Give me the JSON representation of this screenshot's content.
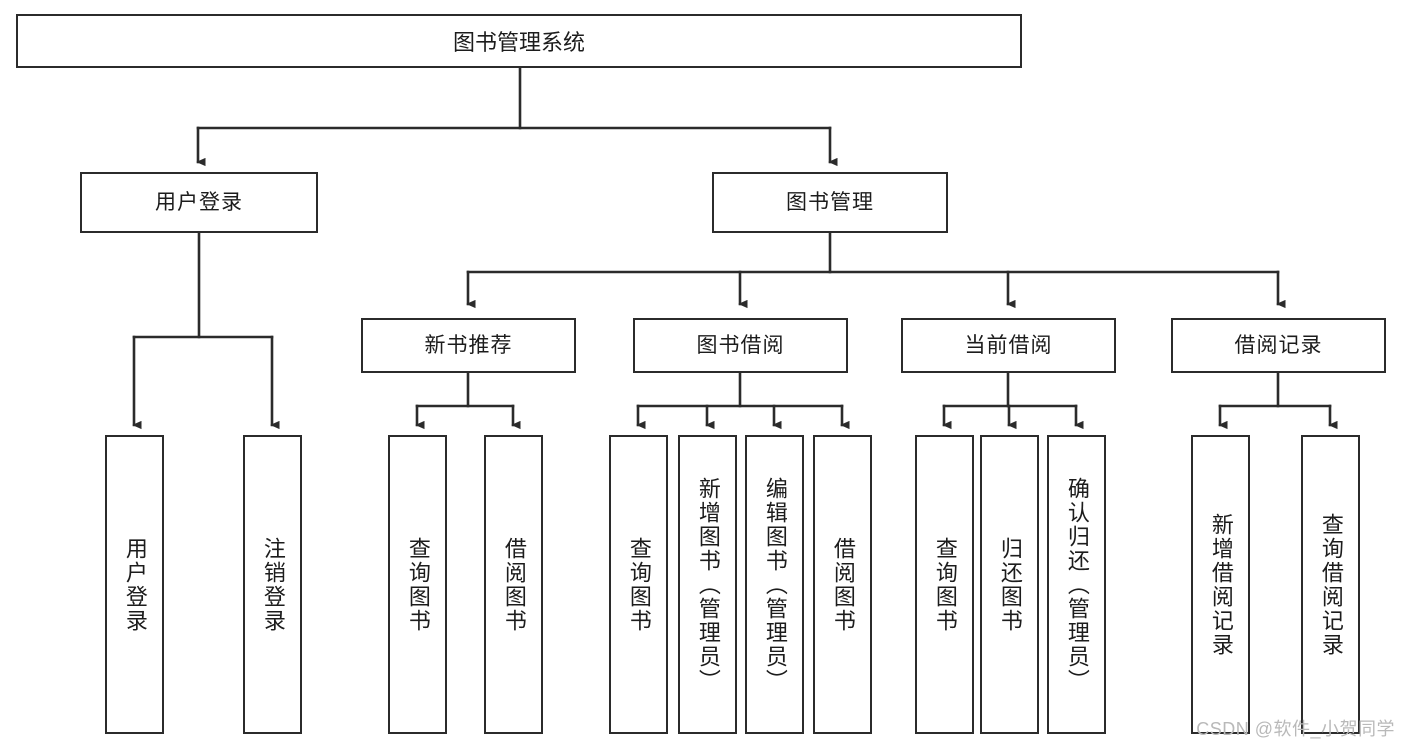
{
  "diagram": {
    "type": "tree",
    "title": "图书管理系统",
    "root": {
      "label": "图书管理系统"
    },
    "level1": [
      {
        "id": "user-login",
        "label": "用户登录"
      },
      {
        "id": "book-management",
        "label": "图书管理"
      }
    ],
    "level2": [
      {
        "id": "new-book-recommend",
        "label": "新书推荐",
        "parent": "book-management"
      },
      {
        "id": "book-borrow",
        "label": "图书借阅",
        "parent": "book-management"
      },
      {
        "id": "current-borrow",
        "label": "当前借阅",
        "parent": "book-management"
      },
      {
        "id": "borrow-record",
        "label": "借阅记录",
        "parent": "book-management"
      }
    ],
    "leaves": [
      {
        "id": "leaf-user-login",
        "label": "用户登录",
        "parent": "user-login"
      },
      {
        "id": "leaf-logout",
        "label": "注销登录",
        "parent": "user-login"
      },
      {
        "id": "leaf-query-book-1",
        "label": "查询图书",
        "parent": "new-book-recommend"
      },
      {
        "id": "leaf-borrow-book-1",
        "label": "借阅图书",
        "parent": "new-book-recommend"
      },
      {
        "id": "leaf-query-book-2",
        "label": "查询图书",
        "parent": "book-borrow"
      },
      {
        "id": "leaf-add-book",
        "label": "新增图书（管理员）",
        "parent": "book-borrow"
      },
      {
        "id": "leaf-edit-book",
        "label": "编辑图书（管理员）",
        "parent": "book-borrow"
      },
      {
        "id": "leaf-borrow-book-2",
        "label": "借阅图书",
        "parent": "book-borrow"
      },
      {
        "id": "leaf-query-book-3",
        "label": "查询图书",
        "parent": "current-borrow"
      },
      {
        "id": "leaf-return-book",
        "label": "归还图书",
        "parent": "current-borrow"
      },
      {
        "id": "leaf-confirm-return",
        "label": "确认归还（管理员）",
        "parent": "current-borrow"
      },
      {
        "id": "leaf-add-record",
        "label": "新增借阅记录",
        "parent": "borrow-record"
      },
      {
        "id": "leaf-query-record",
        "label": "查询借阅记录",
        "parent": "borrow-record"
      }
    ],
    "colors": {
      "stroke": "#2b2b2b",
      "fill": "#ffffff",
      "text": "#1c1c1c",
      "watermark": "#b9b9b9"
    }
  },
  "watermark": {
    "text": "CSDN @软件_小贺同学"
  }
}
